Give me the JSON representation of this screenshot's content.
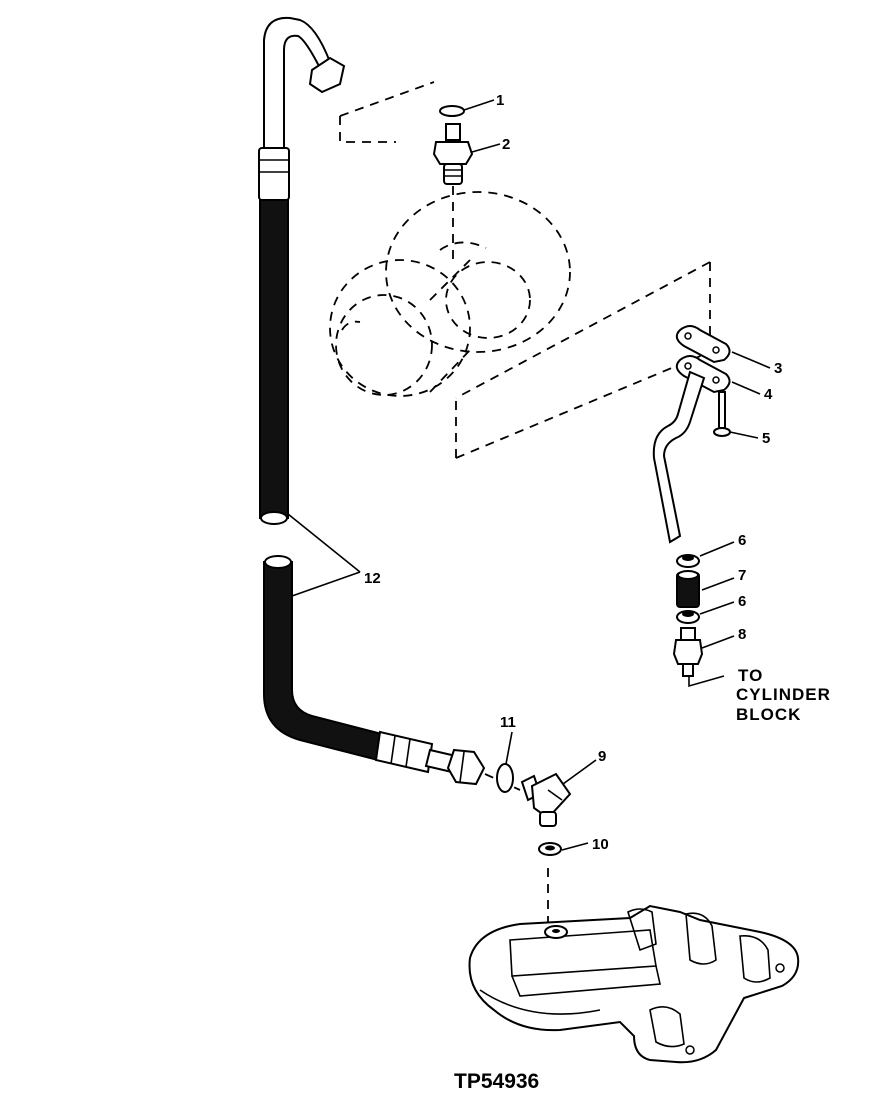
{
  "callouts": {
    "c1": "1",
    "c2": "2",
    "c3": "3",
    "c4": "4",
    "c5": "5",
    "c6a": "6",
    "c7": "7",
    "c6b": "6",
    "c8": "8",
    "c9": "9",
    "c10": "10",
    "c11": "11",
    "c12": "12"
  },
  "note": {
    "line1": "TO",
    "line2": "CYLINDER",
    "line3": "BLOCK"
  },
  "figure_id": "TP54936"
}
